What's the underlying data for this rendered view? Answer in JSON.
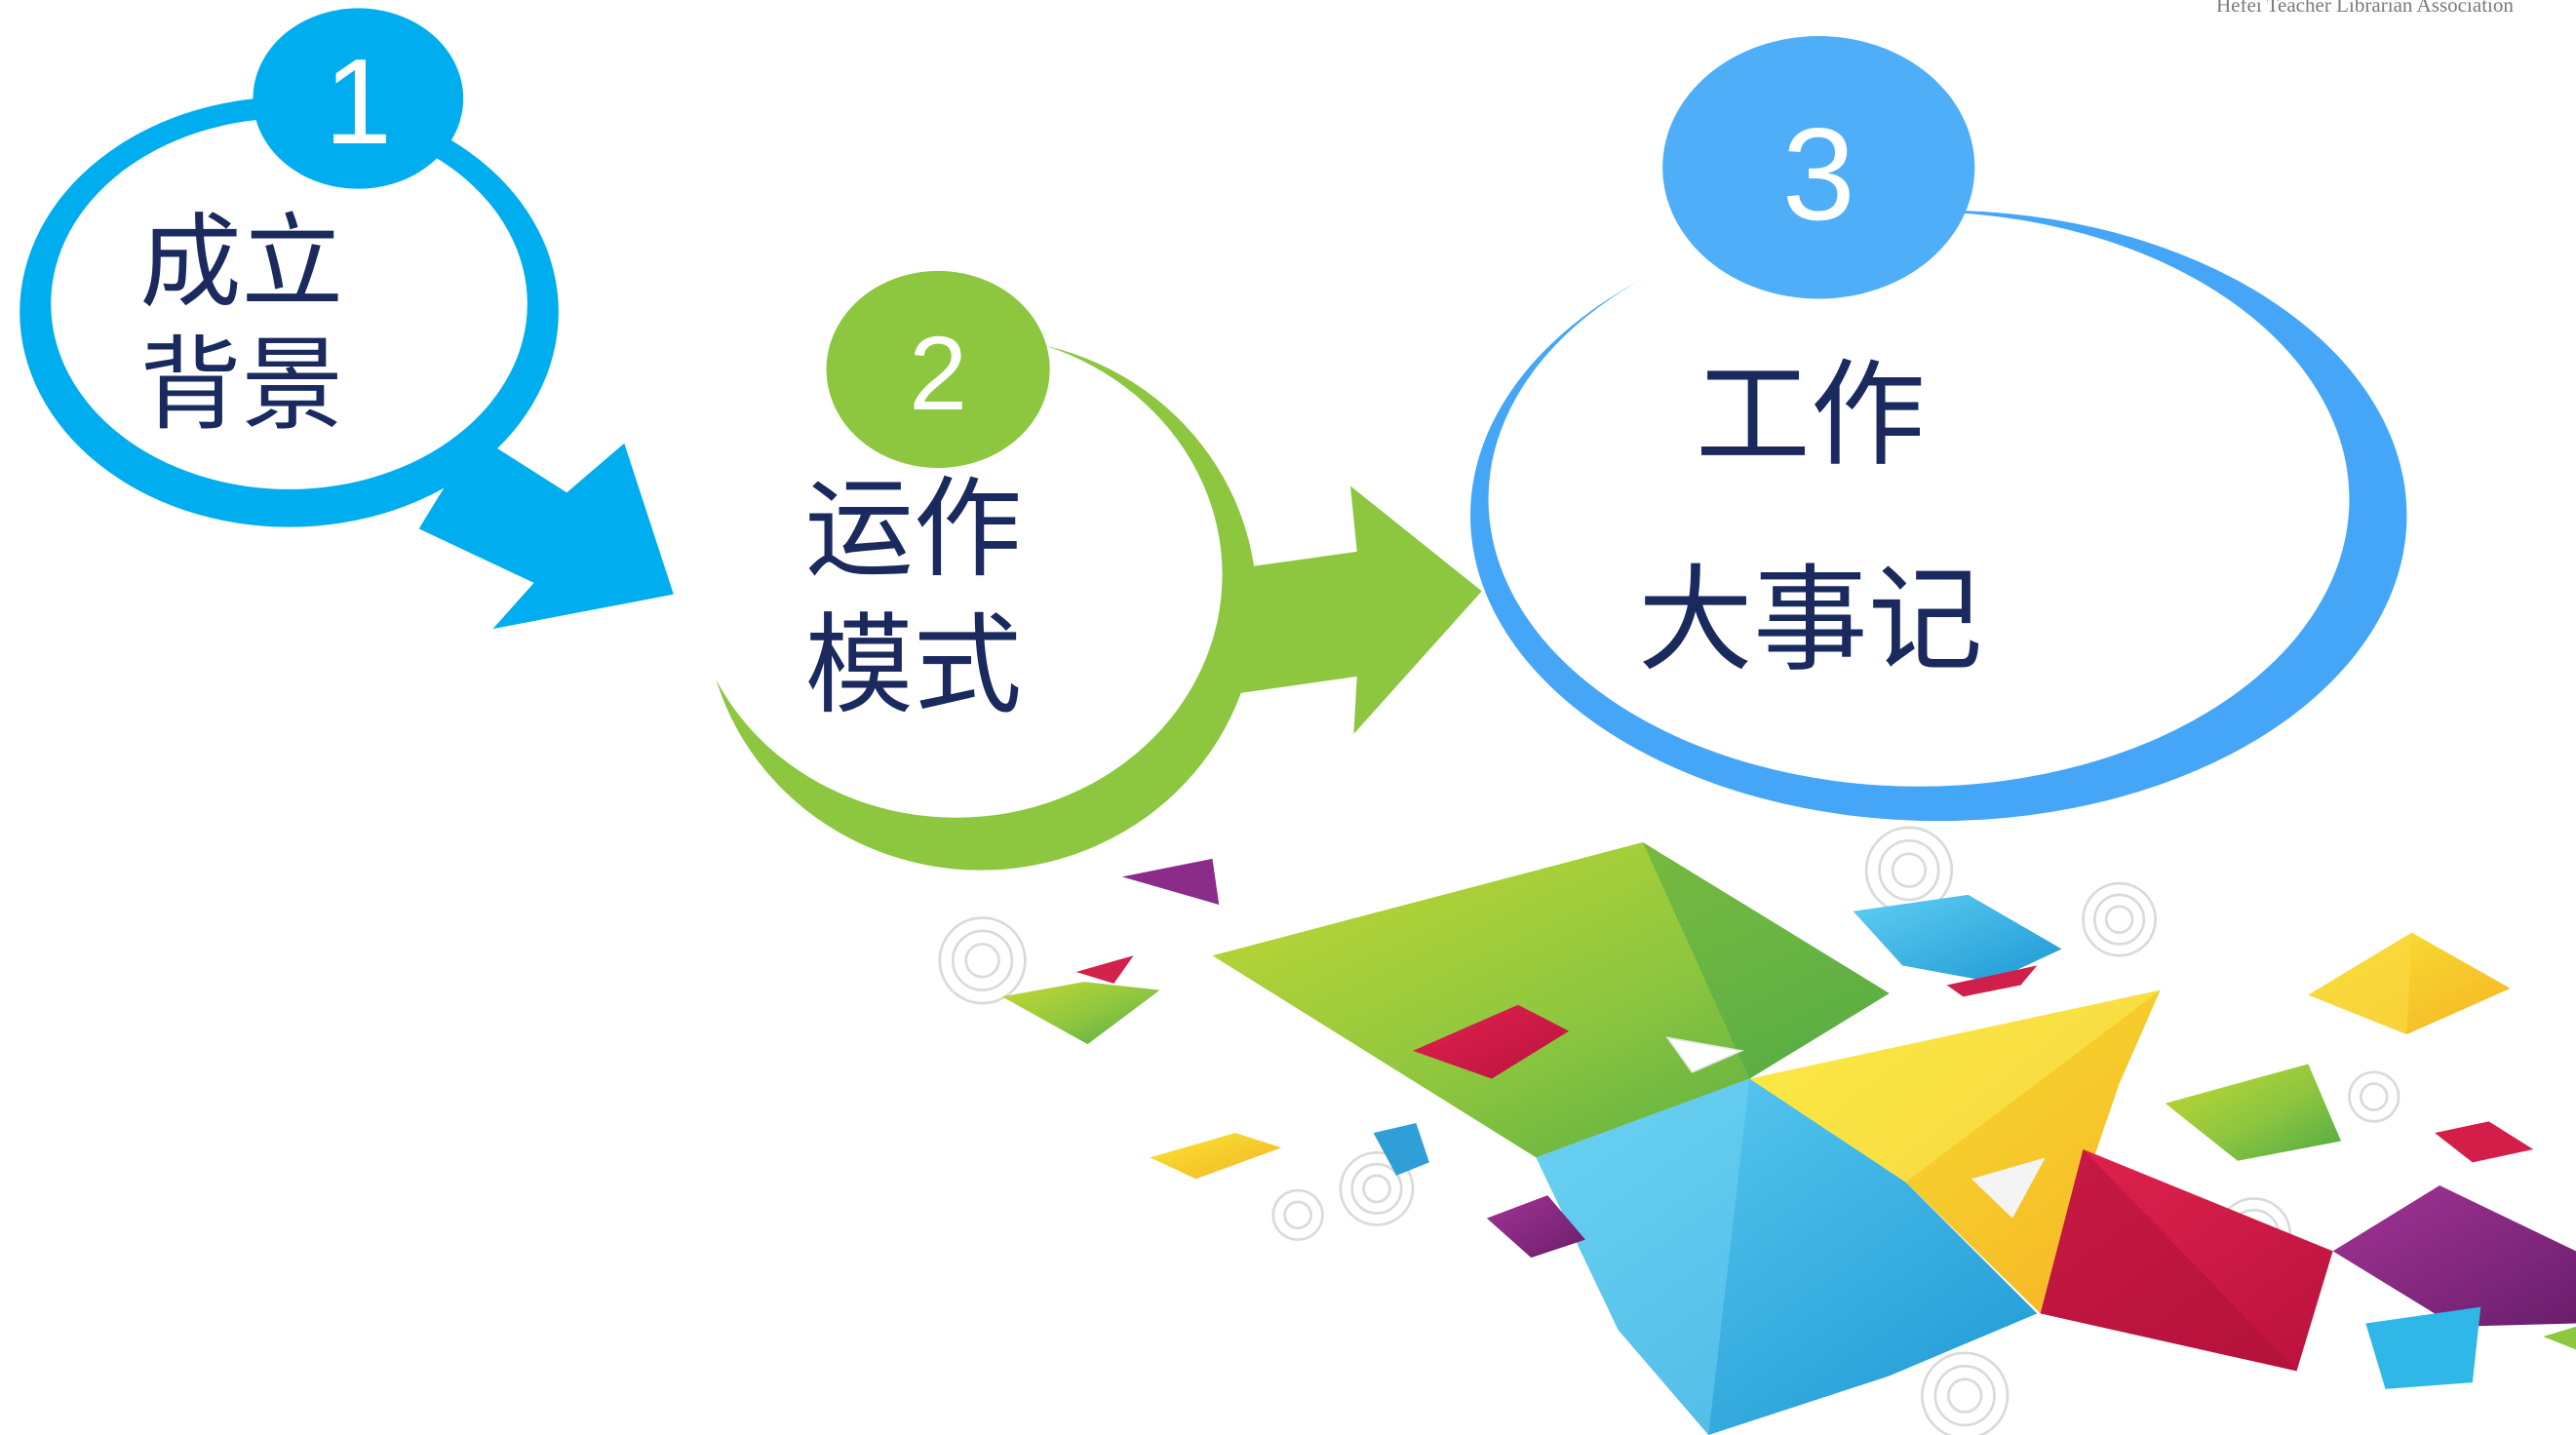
{
  "header": {
    "association_name": "Hefei Teacher Librarian Association"
  },
  "steps": [
    {
      "number": "1",
      "lines": [
        "成立",
        "背景"
      ],
      "color": "#00AEEF",
      "badge_color": "#00AEEF"
    },
    {
      "number": "2",
      "lines": [
        "运作",
        "模式"
      ],
      "color": "#8DC63F",
      "badge_color": "#8DC63F"
    },
    {
      "number": "3",
      "lines": [
        "工作",
        "大事记"
      ],
      "color": "#45A6F7",
      "badge_color": "#4FAEF8"
    }
  ],
  "colors": {
    "label_text": "#1A2A5E",
    "number_text": "#FFFFFF",
    "association_text": "#7A7A7A"
  },
  "decoration": {
    "icon": "origami-polygon-art",
    "palette": [
      "#8CC63E",
      "#F5D22A",
      "#2FA9E0",
      "#D31F4A",
      "#8A2C86"
    ]
  }
}
